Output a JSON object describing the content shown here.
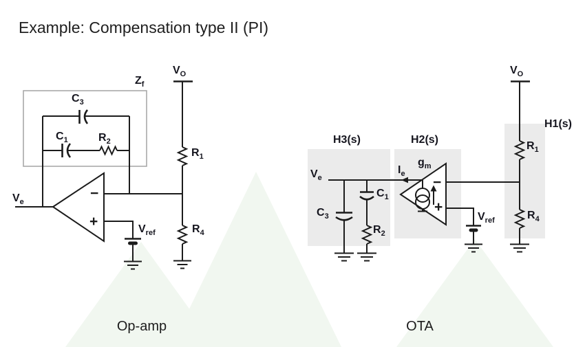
{
  "title": "Example: Compensation type II (PI)",
  "colors": {
    "wire": "#1b1b1b",
    "block_fill": "#ebebeb",
    "zf_border": "#a8a8a8",
    "label": "#15151e",
    "watermark": "#f1f7f0"
  },
  "left": {
    "caption": "Op-amp",
    "zf": {
      "main": "Z",
      "sub": "f"
    },
    "vo": {
      "main": "V",
      "sub": "O"
    },
    "ve": {
      "main": "V",
      "sub": "e"
    },
    "vref": {
      "main": "V",
      "sub": "ref"
    },
    "c3": {
      "main": "C",
      "sub": "3"
    },
    "c1": {
      "main": "C",
      "sub": "1"
    },
    "r2": {
      "main": "R",
      "sub": "2"
    },
    "r1": {
      "main": "R",
      "sub": "1"
    },
    "r4": {
      "main": "R",
      "sub": "4"
    },
    "minus": "−",
    "plus": "+"
  },
  "right": {
    "caption": "OTA",
    "h3": "H3(s)",
    "h2": "H2(s)",
    "h1": "H1(s)",
    "ve": {
      "main": "V",
      "sub": "e"
    },
    "ie": {
      "main": "I",
      "sub": "e"
    },
    "gm": {
      "main": "g",
      "sub": "m"
    },
    "vo": {
      "main": "V",
      "sub": "O"
    },
    "vref": {
      "main": "V",
      "sub": "ref"
    },
    "c3": {
      "main": "C",
      "sub": "3"
    },
    "c1": {
      "main": "C",
      "sub": "1"
    },
    "r2": {
      "main": "R",
      "sub": "2"
    },
    "r1": {
      "main": "R",
      "sub": "1"
    },
    "r4": {
      "main": "R",
      "sub": "4"
    },
    "minus": "−",
    "plus": "+"
  }
}
